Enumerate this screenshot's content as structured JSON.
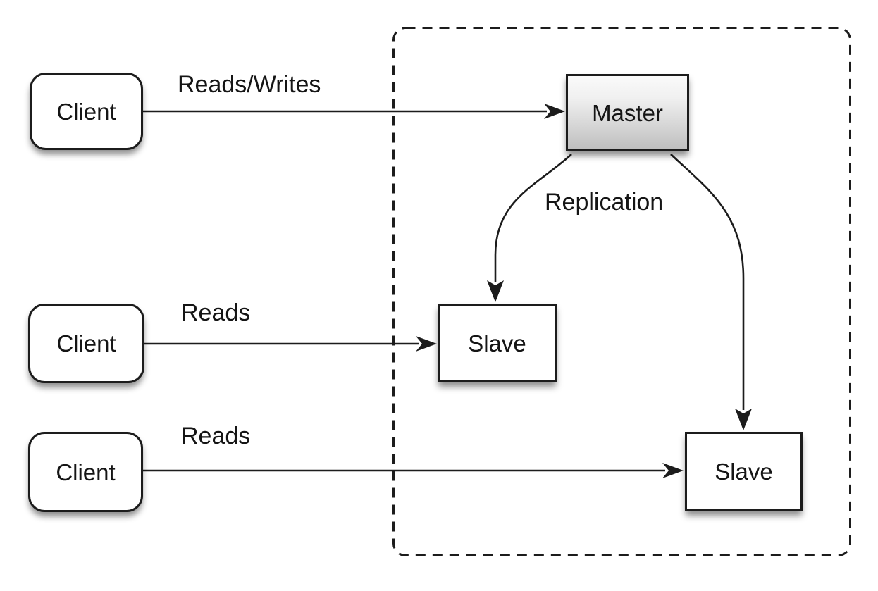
{
  "nodes": {
    "client1": {
      "label": "Client"
    },
    "client2": {
      "label": "Client"
    },
    "client3": {
      "label": "Client"
    },
    "master": {
      "label": "Master"
    },
    "slave1": {
      "label": "Slave"
    },
    "slave2": {
      "label": "Slave"
    }
  },
  "edges": {
    "client1_master": {
      "label": "Reads/Writes"
    },
    "client2_slave1": {
      "label": "Reads"
    },
    "client3_slave2": {
      "label": "Reads"
    },
    "master_slaves": {
      "label": "Replication"
    }
  },
  "colors": {
    "background": "#ffffff",
    "line": "#1c1c1c",
    "node_border": "#1c1c1c",
    "node_fill": "#ffffff",
    "master_fill_top": "#fafafa",
    "master_fill_bottom": "#bfbfbf",
    "text": "#151515"
  }
}
